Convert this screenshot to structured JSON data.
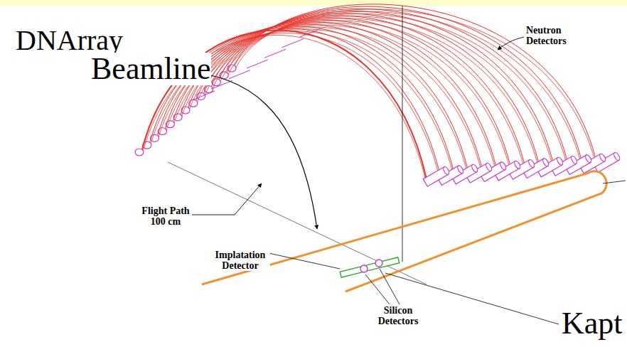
{
  "diagram": {
    "title": "DNArray",
    "labels": [
      "Beamline",
      "Neutron Detectors",
      "Flight Path 100 cm",
      "Implatation Detector",
      "Silicon Detectors",
      "Kapt"
    ]
  }
}
